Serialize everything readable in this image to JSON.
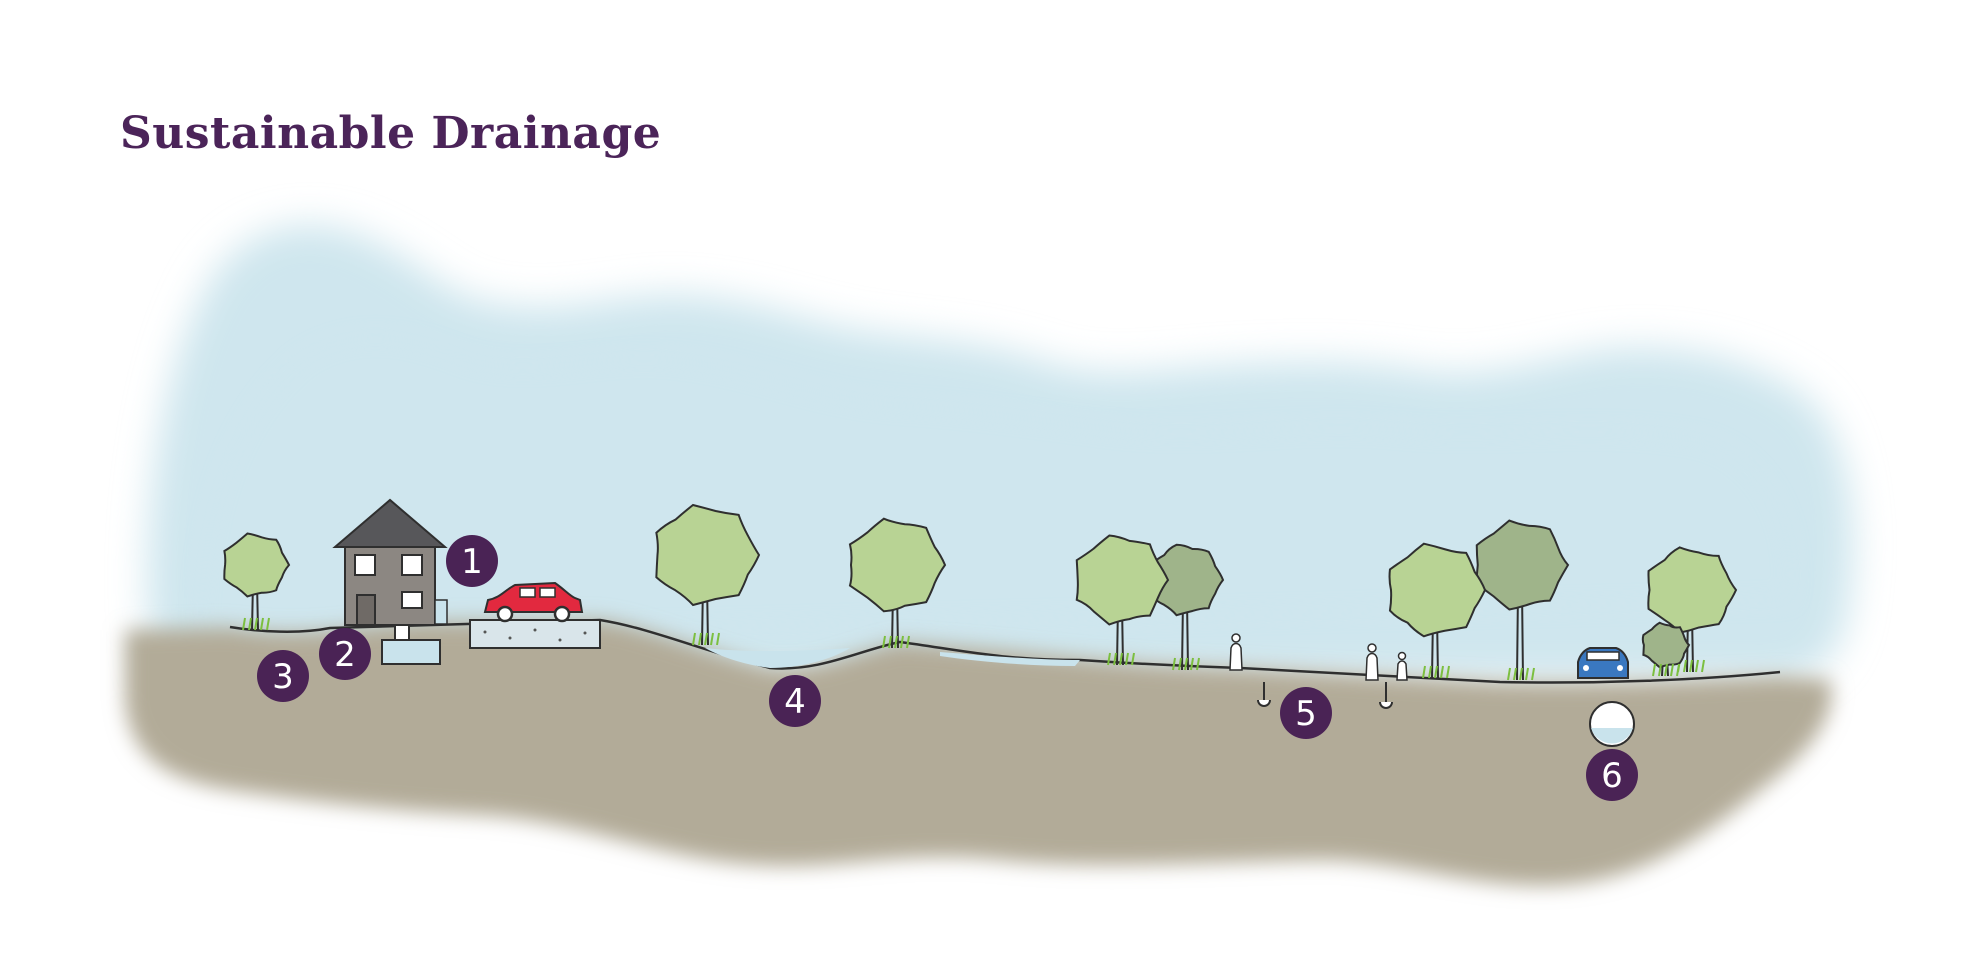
{
  "title": "Sustainable Drainage",
  "colors": {
    "title": "#4b2459",
    "marker": "#4a2355",
    "marker_text": "#ffffff",
    "sky": "#cfe6ee",
    "ground": "#b2ab98",
    "tree_light": "#b8d394",
    "tree_dark": "#9fb48a",
    "grass": "#7cbf3f",
    "water": "#c9e3ec",
    "house_wall": "#8c8782",
    "house_roof": "#57575a",
    "car_red": "#e2293f",
    "car_blue": "#3a78c0",
    "outline": "#2f2f2f"
  },
  "markers": [
    {
      "label": "1",
      "icon": "permeable-paving"
    },
    {
      "label": "2",
      "icon": "soakaway"
    },
    {
      "label": "3",
      "icon": "rain-garden"
    },
    {
      "label": "4",
      "icon": "swale"
    },
    {
      "label": "5",
      "icon": "filter-drain"
    },
    {
      "label": "6",
      "icon": "underground-storage-pipe"
    }
  ],
  "icons": [
    "house-icon",
    "red-car-icon",
    "blue-car-icon",
    "tree-icon",
    "person-icon"
  ]
}
